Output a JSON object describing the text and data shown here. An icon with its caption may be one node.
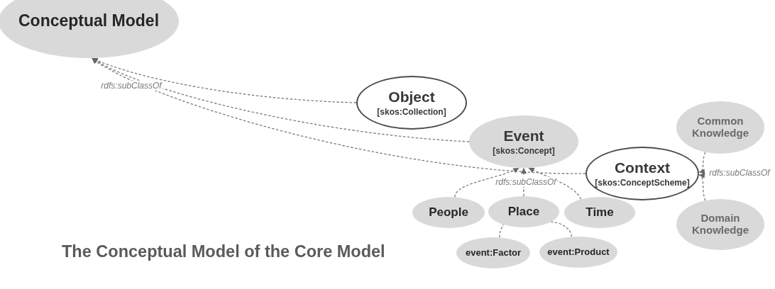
{
  "diagram": {
    "caption": "The Conceptual Model of the Core Model",
    "nodes": [
      {
        "text": [
          "Conceptual Model"
        ]
      },
      {
        "text": [
          "Object",
          "[skos:Collection]"
        ]
      },
      {
        "text": [
          "Event",
          "[skos:Concept]"
        ]
      },
      {
        "text": [
          "Context",
          "[skos:ConceptScheme]"
        ]
      },
      {
        "text": [
          "Common Knowledge"
        ]
      },
      {
        "text": [
          "Domain Knowledge"
        ]
      },
      {
        "text": [
          "People"
        ]
      },
      {
        "text": [
          "Place"
        ]
      },
      {
        "text": [
          "Time"
        ]
      },
      {
        "text": [
          "event:Factor"
        ]
      },
      {
        "text": [
          "event:Product"
        ]
      }
    ],
    "edges": [
      {
        "from": 1,
        "to": 0,
        "arrow": "to",
        "label": "rdfs:subClassOf",
        "style": "dashed"
      },
      {
        "from": 2,
        "to": 0,
        "arrow": "to",
        "style": "dashed"
      },
      {
        "from": 3,
        "to": 0,
        "arrow": "to",
        "style": "dashed"
      },
      {
        "from": 6,
        "to": 2,
        "arrow": "to",
        "style": "dashed"
      },
      {
        "from": 7,
        "to": 2,
        "arrow": "to",
        "label": "rdfs:subClassOf",
        "style": "dashed"
      },
      {
        "from": 8,
        "to": 2,
        "arrow": "to",
        "style": "dashed"
      },
      {
        "from": 4,
        "to": 3,
        "arrow": "to",
        "label": "rdfs:subClassOf",
        "style": "dashed"
      },
      {
        "from": 5,
        "to": 3,
        "arrow": "to",
        "style": "dashed"
      },
      {
        "from": 9,
        "to": 7,
        "arrow": "none",
        "style": "dashed"
      },
      {
        "from": 10,
        "to": 7,
        "arrow": "none",
        "style": "dashed"
      }
    ]
  }
}
